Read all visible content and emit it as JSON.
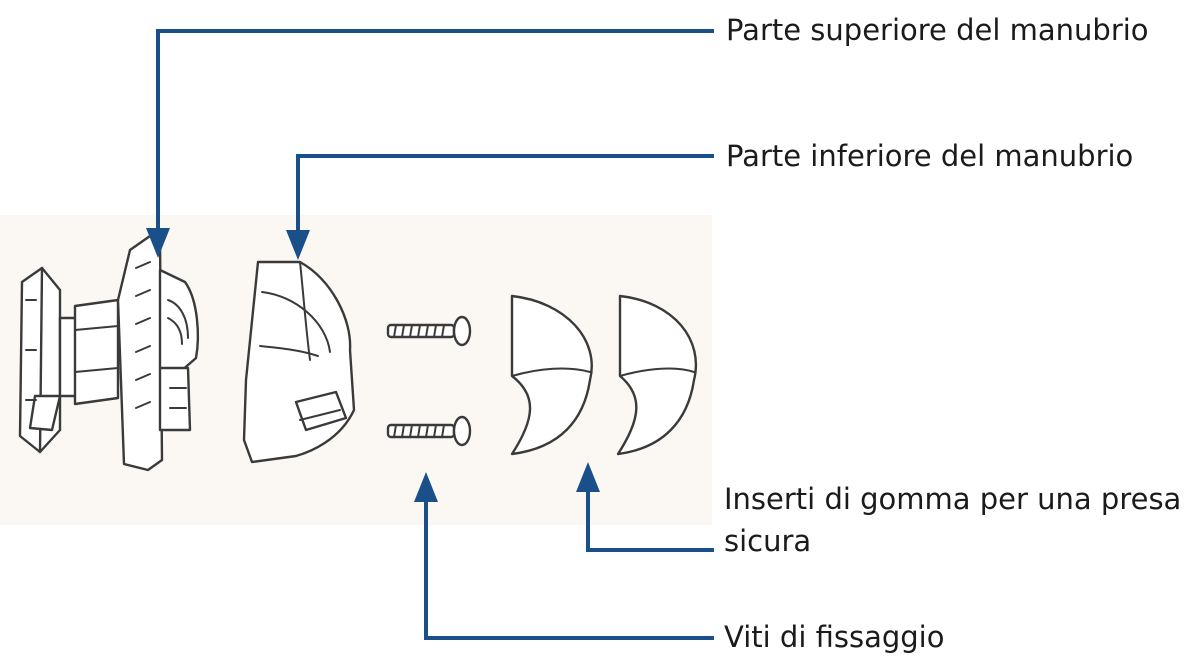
{
  "labels": {
    "handlebar_top": "Parte superiore del manubrio",
    "handlebar_bottom": "Parte inferiore del manubrio",
    "rubber_inserts_line1": "Inserti di gomma per una presa",
    "rubber_inserts_line2": "sicura",
    "screws": "Viti di fissaggio"
  },
  "colors": {
    "leader": "#1b4f8a",
    "outline": "#3a3a3a",
    "background_panel": "#fbf8f3"
  }
}
